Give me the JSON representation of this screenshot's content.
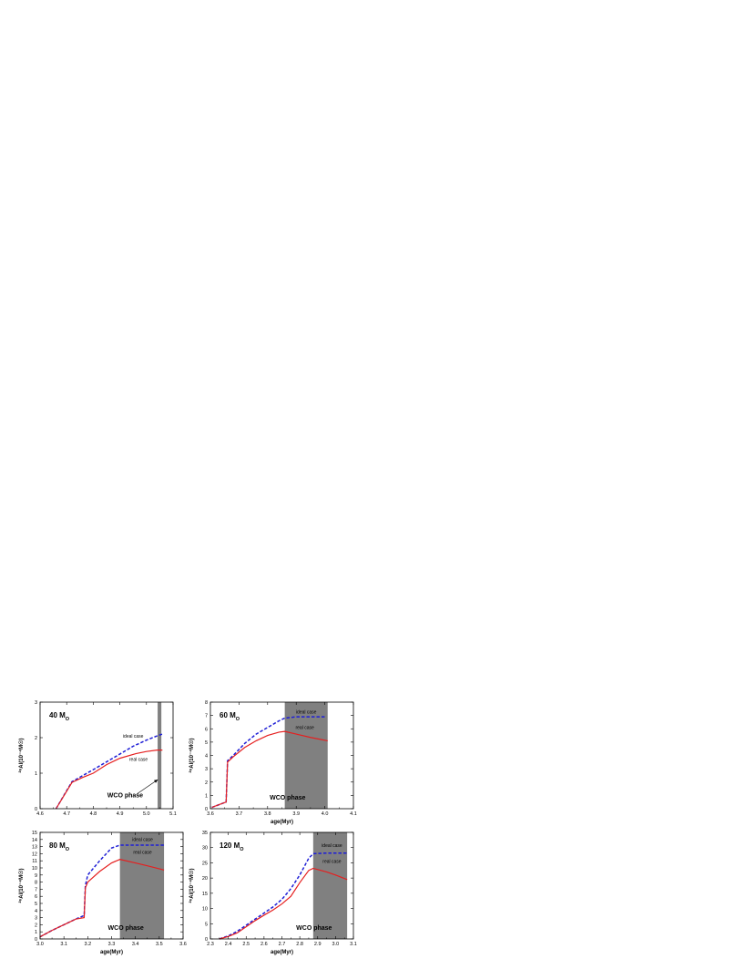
{
  "chart_data": [
    {
      "type": "line",
      "mass_label": "40 M",
      "mass_sub": "O",
      "xlabel": "",
      "ylabel": "²⁶Al(10⁻⁴M☉)",
      "xlim": [
        4.6,
        5.1
      ],
      "ylim": [
        0,
        3
      ],
      "xticks": [
        "4.6",
        "4.7",
        "4.8",
        "4.9",
        "5.0",
        "5.1"
      ],
      "yticks": [
        "0",
        "1",
        "2",
        "3"
      ],
      "wco_band": [
        5.042,
        5.056
      ],
      "wco_label": "WCO phase",
      "series": [
        {
          "name": "ideal case",
          "style": "dashed",
          "color": "#1f1fd6",
          "x": [
            4.66,
            4.72,
            4.8,
            4.88,
            4.95,
            5.0,
            5.04,
            5.06
          ],
          "y": [
            0.0,
            0.76,
            1.1,
            1.45,
            1.76,
            1.93,
            2.05,
            2.1
          ]
        },
        {
          "name": "real case",
          "style": "solid",
          "color": "#e51f1f",
          "x": [
            4.66,
            4.72,
            4.76,
            4.8,
            4.85,
            4.9,
            4.96,
            5.0,
            5.04,
            5.06
          ],
          "y": [
            0.0,
            0.74,
            0.88,
            1.0,
            1.24,
            1.42,
            1.55,
            1.61,
            1.65,
            1.65
          ]
        }
      ],
      "annotations": [
        {
          "text": "ideal case",
          "x": 4.95,
          "y": 2.0
        },
        {
          "text": "real case",
          "x": 4.97,
          "y": 1.35
        },
        {
          "text": "WCO phase",
          "x": 4.92,
          "y": 0.32
        }
      ],
      "arrow": {
        "from": [
          4.965,
          0.42
        ],
        "to": [
          5.043,
          0.82
        ]
      }
    },
    {
      "type": "line",
      "mass_label": "60 M",
      "mass_sub": "O",
      "xlabel": "age(Myr)",
      "ylabel": "²⁶Al(10⁻⁴M☉)",
      "xlim": [
        3.6,
        4.1
      ],
      "ylim": [
        0,
        8
      ],
      "xticks": [
        "3.6",
        "3.7",
        "3.8",
        "3.9",
        "4.0",
        "4.1"
      ],
      "yticks": [
        "0",
        "1",
        "2",
        "3",
        "4",
        "5",
        "6",
        "7",
        "8"
      ],
      "wco_band": [
        3.86,
        4.01
      ],
      "wco_label": "WCO phase",
      "series": [
        {
          "name": "ideal case",
          "style": "dashed",
          "color": "#1f1fd6",
          "x": [
            3.605,
            3.63,
            3.655,
            3.66,
            3.68,
            3.72,
            3.76,
            3.8,
            3.84,
            3.86,
            3.9,
            3.95,
            4.0
          ],
          "y": [
            0.1,
            0.3,
            0.5,
            3.6,
            4.0,
            4.9,
            5.6,
            6.1,
            6.6,
            6.8,
            6.9,
            6.9,
            6.9
          ]
        },
        {
          "name": "real case",
          "style": "solid",
          "color": "#e51f1f",
          "x": [
            3.605,
            3.63,
            3.655,
            3.66,
            3.68,
            3.72,
            3.76,
            3.8,
            3.84,
            3.86,
            3.9,
            3.95,
            4.01
          ],
          "y": [
            0.1,
            0.3,
            0.5,
            3.5,
            3.9,
            4.6,
            5.1,
            5.5,
            5.75,
            5.8,
            5.6,
            5.35,
            5.1
          ]
        }
      ],
      "annotations": [
        {
          "text": "ideal case",
          "x": 3.935,
          "y": 7.15
        },
        {
          "text": "real case",
          "x": 3.93,
          "y": 6.0
        },
        {
          "text": "WCO phase",
          "x": 3.87,
          "y": 0.7
        }
      ]
    },
    {
      "type": "line",
      "mass_label": "80 M",
      "mass_sub": "O",
      "xlabel": "age(Myr)",
      "ylabel": "²⁶Al(10⁻⁴M☉)",
      "xlim": [
        3.0,
        3.6
      ],
      "ylim": [
        0,
        15
      ],
      "xticks": [
        "3.0",
        "3.1",
        "3.2",
        "3.3",
        "3.4",
        "3.5",
        "3.6"
      ],
      "yticks": [
        "0",
        "1",
        "2",
        "3",
        "4",
        "5",
        "6",
        "7",
        "8",
        "9",
        "10",
        "11",
        "12",
        "13",
        "14",
        "15"
      ],
      "wco_band": [
        3.335,
        3.52
      ],
      "wco_label": "WCO phase",
      "series": [
        {
          "name": "ideal case",
          "style": "dashed",
          "color": "#1f1fd6",
          "x": [
            3.0,
            3.05,
            3.1,
            3.15,
            3.185,
            3.19,
            3.2,
            3.25,
            3.3,
            3.335,
            3.4,
            3.45,
            3.52
          ],
          "y": [
            0.3,
            1.2,
            2.0,
            2.8,
            3.3,
            7.5,
            9.0,
            11.0,
            12.8,
            13.2,
            13.2,
            13.2,
            13.2
          ]
        },
        {
          "name": "real case",
          "style": "solid",
          "color": "#e51f1f",
          "x": [
            3.0,
            3.05,
            3.1,
            3.15,
            3.185,
            3.19,
            3.2,
            3.25,
            3.3,
            3.335,
            3.4,
            3.45,
            3.52
          ],
          "y": [
            0.3,
            1.2,
            2.0,
            2.8,
            3.0,
            7.2,
            8.0,
            9.5,
            10.7,
            11.2,
            10.7,
            10.3,
            9.7
          ]
        }
      ],
      "annotations": [
        {
          "text": "ideal case",
          "x": 3.43,
          "y": 13.8
        },
        {
          "text": "real case",
          "x": 3.43,
          "y": 12.0
        },
        {
          "text": "WCO phase",
          "x": 3.36,
          "y": 1.3
        }
      ]
    },
    {
      "type": "line",
      "mass_label": "120 M",
      "mass_sub": "O",
      "xlabel": "age(Myr)",
      "ylabel": "²⁶Al(10⁻⁴M☉)",
      "xlim": [
        2.3,
        3.1
      ],
      "ylim": [
        0,
        35
      ],
      "xticks": [
        "2.3",
        "2.4",
        "2.5",
        "2.6",
        "2.7",
        "2.8",
        "2.9",
        "3.0",
        "3.1"
      ],
      "yticks": [
        "0",
        "5",
        "10",
        "15",
        "20",
        "25",
        "30",
        "35"
      ],
      "wco_band": [
        2.875,
        3.065
      ],
      "wco_label": "WCO phase",
      "series": [
        {
          "name": "ideal case",
          "style": "dashed",
          "color": "#1f1fd6",
          "x": [
            2.35,
            2.4,
            2.45,
            2.5,
            2.55,
            2.6,
            2.65,
            2.7,
            2.75,
            2.8,
            2.85,
            2.875,
            2.95,
            3.0,
            3.065
          ],
          "y": [
            0.0,
            1.0,
            2.5,
            4.5,
            6.5,
            8.5,
            10.5,
            13.0,
            16.5,
            21.0,
            26.5,
            28.0,
            28.2,
            28.2,
            28.2
          ]
        },
        {
          "name": "real case",
          "style": "solid",
          "color": "#e51f1f",
          "x": [
            2.35,
            2.4,
            2.45,
            2.5,
            2.55,
            2.6,
            2.65,
            2.7,
            2.75,
            2.8,
            2.85,
            2.875,
            2.95,
            3.0,
            3.065
          ],
          "y": [
            0.0,
            0.8,
            2.0,
            4.0,
            6.0,
            7.8,
            9.5,
            11.5,
            14.0,
            18.5,
            22.5,
            23.2,
            22.0,
            21.0,
            19.5
          ]
        }
      ],
      "annotations": [
        {
          "text": "ideal case",
          "x": 2.98,
          "y": 30.2
        },
        {
          "text": "real case",
          "x": 2.98,
          "y": 25.0
        },
        {
          "text": "WCO phase",
          "x": 2.88,
          "y": 3.0
        }
      ]
    }
  ]
}
